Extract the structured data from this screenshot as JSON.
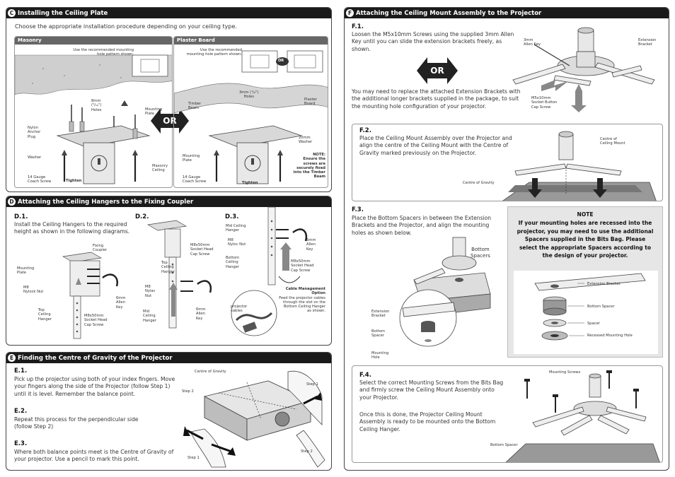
{
  "sections": {
    "c": {
      "letter": "C",
      "title": "Installing the Ceiling Plate",
      "intro": "Choose the appropriate installation procedure depending on your ceiling type.",
      "masonry": {
        "label": "Masonry",
        "hole_pattern": "Use the recommended mounting hole pattern shown:",
        "hole_size": "8mm",
        "hole_frac": "(⁵/₁₆\")",
        "holes": "Holes",
        "nylon": "Nylon",
        "anchor": "Anchor",
        "plug": "Plug",
        "washer": "Washer",
        "gauge": "14 Gauge",
        "coach": "Coach Screw",
        "tighten": "Tighten",
        "mounting": "Mounting",
        "plate": "Plate",
        "masonry_word": "Masonry",
        "ceiling": "Ceiling"
      },
      "plaster": {
        "label": "Plaster Board",
        "hole_pattern": "Use the recommended mounting hole pattern shown:",
        "or_small": "OR",
        "hole_size": "3mm (¹/₈\")",
        "holes": "Holes",
        "timber": "Timber",
        "beam": "Beam",
        "plaster": "Plaster",
        "board": "Board",
        "mounting": "Mounting",
        "plate": "Plate",
        "gauge": "14 Gauge",
        "coach": "Coach Screw",
        "tighten": "Tighten",
        "washer_size": "20mm",
        "washer": "Washer",
        "note_title": "NOTE:",
        "note_body": "Ensure the screws are securely fixed into the Timber Beam"
      },
      "or_big": "OR"
    },
    "d": {
      "letter": "D",
      "title": "Attaching the Ceiling Hangers to the Fixing Coupler",
      "d1": {
        "heading": "D.1.",
        "text": "Install the Ceiling Hangers to the required height as shown in the following diagrams.",
        "fixing": "Fixing",
        "coupler": "Coupler",
        "mounting": "Mounting",
        "plate": "Plate",
        "m8": "M8",
        "nylocnut": "Nylock Nut",
        "top": "Top",
        "ceiling": "Ceiling",
        "hanger": "Hanger",
        "m8x50": "M8x50mm",
        "socket": "Socket Head",
        "cap": "Cap Screw",
        "allen6": "6mm",
        "allen": "Allen",
        "key": "Key"
      },
      "d2": {
        "heading": "D.2.",
        "top": "Top",
        "ceiling": "Ceiling",
        "hanger": "Hanger",
        "m8": "M8",
        "nylac": "Nylac",
        "nut": "Nut",
        "mid": "Mid",
        "m8x50": "M8x50mm",
        "socket": "Socket Head",
        "cap": "Cap Screw",
        "allen6": "6mm",
        "allen": "Allen",
        "key": "Key"
      },
      "d3": {
        "heading": "D.3.",
        "mid_ceiling": "Mid Ceiling",
        "hanger": "Hanger",
        "m8": "M8",
        "nylocnut": "Nyloc Nut",
        "bottom": "Bottom",
        "ceiling": "Ceiling",
        "allen6": "6mm",
        "allen": "Allen",
        "key": "Key",
        "m8x50": "M8x50mm",
        "socket": "Socket Head",
        "cap": "Cap Screw",
        "cable_title": "Cable Management",
        "option": "Option",
        "cable_body": "Feed the projector cables through the slot on the Bottom Ceiling Hanger as shown.",
        "proj_cables": "projector",
        "cables": "cables"
      }
    },
    "e": {
      "letter": "E",
      "title": "Finding the Centre of Gravity of the Projector",
      "e1_heading": "E.1.",
      "e1_text": "Pick up the projector using both of your index fingers. Move your fingers along the side of the Projector (follow Step 1) until it is level. Remember the balance point.",
      "e2_heading": "E.2.",
      "e2_text": "Repeat this process for the perpendicular side (follow Step 2)",
      "e3_heading": "E.3.",
      "e3_text": "Where both balance points meet is the Centre of Gravity of your projector. Use a pencil to mark this point.",
      "centre": "Centre of Gravity",
      "step1": "Step 1",
      "step2": "Step 2"
    },
    "f": {
      "letter": "F",
      "title": "Attaching the Ceiling Mount Assembly to the Projector",
      "f1_heading": "F.1.",
      "f1_text": "Loosen the M5x10mm Screws using the supplied 3mm Allen Key until you can slide the extension brackets freely, as shown.",
      "f1_text2": "You may need to replace the attached Extension Brackets with the additional longer brackets supplied in the package, to suit the mounting hole configuration of your projector.",
      "or": "OR",
      "allen3": "3mm",
      "allen_key": "Allen Key",
      "extension": "Extension",
      "bracket": "Bracket",
      "m5": "M5x10mm",
      "socket_button": "Socket Button",
      "cap_screw": "Cap Screw",
      "f2_heading": "F.2.",
      "f2_text": "Place the Ceiling Mount Assembly over the Projector and align the centre of the Ceiling Mount with the Centre of Gravity marked previously on the Projector.",
      "centre_of": "Centre of",
      "ceiling_mount": "Ceiling Mount",
      "centre_gravity": "Centre of Gravity",
      "f3_heading": "F.3.",
      "f3_text": "Place the Bottom Spacers in between the Extension Brackets and the Projector, and align the mounting holes as shown below.",
      "bottom": "Bottom",
      "spacers": "Spacers",
      "ext_bracket": "Extension",
      "ext_bracket2": "Bracket",
      "bottom_spacer1": "Bottom",
      "bottom_spacer2": "Spacer",
      "mounting_hole1": "Mounting",
      "mounting_hole2": "Hole",
      "note_heading": "NOTE",
      "note_text": "If your mounting holes are recessed into the projector, you may need to use the additional Spacers supplied in the Bits Bag. Please select the appropriate Spacers according to the design of your projector.",
      "l_ext": "Extension Bracket",
      "l_bottom_spacer": "Bottom Spacer",
      "l_spacer": "Spacer",
      "l_recessed": "Recessed Mounting Hole",
      "f4_heading": "F.4.",
      "f4_text": "Select the correct Mounting Screws from the Bits Bag and firmly screw the Ceiling Mount Assembly onto your Projector.",
      "f4_text2": "Once this is done, the Projector Ceiling Mount Assembly is ready to be mounted onto the Bottom Ceiling Hanger.",
      "mounting_screws": "Mounting Screws",
      "bottom_spacer": "Bottom Spacer"
    }
  }
}
